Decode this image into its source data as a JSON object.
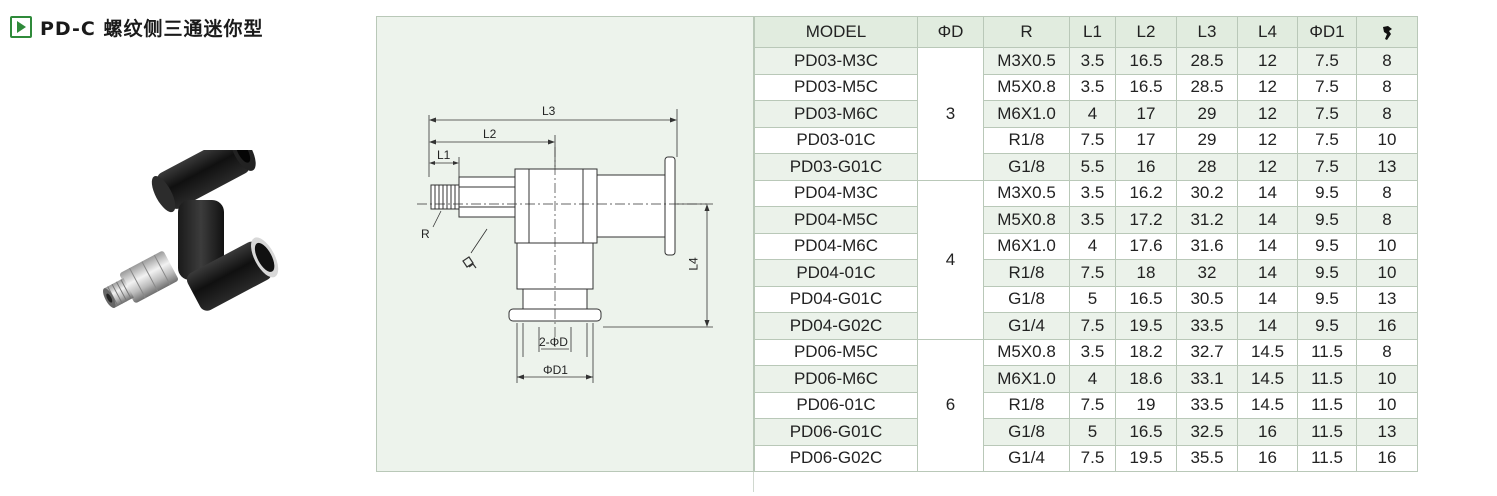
{
  "title": {
    "text": "PD-C 螺纹侧三通迷你型"
  },
  "icons": {
    "title_marker": "play-icon",
    "last_column": "wrench-icon"
  },
  "colors": {
    "accent": "#2f8a3a",
    "header_bg": "#e1ecdf",
    "alt_row_bg": "#ebf2ea",
    "panel_bg": "#edf3ec"
  },
  "drawing": {
    "labels": {
      "l1": "L1",
      "l2": "L2",
      "l3": "L3",
      "l4": "L4",
      "r": "R",
      "two_phi_d": "2-ΦD",
      "phi_d1": "ΦD1"
    }
  },
  "table": {
    "headers": [
      "MODEL",
      "ΦD",
      "R",
      "L1",
      "L2",
      "L3",
      "L4",
      "ΦD1"
    ],
    "groups": [
      {
        "phi_d": "3",
        "rows": [
          [
            "PD03-M3C",
            "M3X0.5",
            "3.5",
            "16.5",
            "28.5",
            "12",
            "7.5",
            "8"
          ],
          [
            "PD03-M5C",
            "M5X0.8",
            "3.5",
            "16.5",
            "28.5",
            "12",
            "7.5",
            "8"
          ],
          [
            "PD03-M6C",
            "M6X1.0",
            "4",
            "17",
            "29",
            "12",
            "7.5",
            "8"
          ],
          [
            "PD03-01C",
            "R1/8",
            "7.5",
            "17",
            "29",
            "12",
            "7.5",
            "10"
          ],
          [
            "PD03-G01C",
            "G1/8",
            "5.5",
            "16",
            "28",
            "12",
            "7.5",
            "13"
          ]
        ]
      },
      {
        "phi_d": "4",
        "rows": [
          [
            "PD04-M3C",
            "M3X0.5",
            "3.5",
            "16.2",
            "30.2",
            "14",
            "9.5",
            "8"
          ],
          [
            "PD04-M5C",
            "M5X0.8",
            "3.5",
            "17.2",
            "31.2",
            "14",
            "9.5",
            "8"
          ],
          [
            "PD04-M6C",
            "M6X1.0",
            "4",
            "17.6",
            "31.6",
            "14",
            "9.5",
            "10"
          ],
          [
            "PD04-01C",
            "R1/8",
            "7.5",
            "18",
            "32",
            "14",
            "9.5",
            "10"
          ],
          [
            "PD04-G01C",
            "G1/8",
            "5",
            "16.5",
            "30.5",
            "14",
            "9.5",
            "13"
          ],
          [
            "PD04-G02C",
            "G1/4",
            "7.5",
            "19.5",
            "33.5",
            "14",
            "9.5",
            "16"
          ]
        ]
      },
      {
        "phi_d": "6",
        "rows": [
          [
            "PD06-M5C",
            "M5X0.8",
            "3.5",
            "18.2",
            "32.7",
            "14.5",
            "11.5",
            "8"
          ],
          [
            "PD06-M6C",
            "M6X1.0",
            "4",
            "18.6",
            "33.1",
            "14.5",
            "11.5",
            "10"
          ],
          [
            "PD06-01C",
            "R1/8",
            "7.5",
            "19",
            "33.5",
            "14.5",
            "11.5",
            "10"
          ],
          [
            "PD06-G01C",
            "G1/8",
            "5",
            "16.5",
            "32.5",
            "16",
            "11.5",
            "13"
          ],
          [
            "PD06-G02C",
            "G1/4",
            "7.5",
            "19.5",
            "35.5",
            "16",
            "11.5",
            "16"
          ]
        ]
      }
    ]
  }
}
